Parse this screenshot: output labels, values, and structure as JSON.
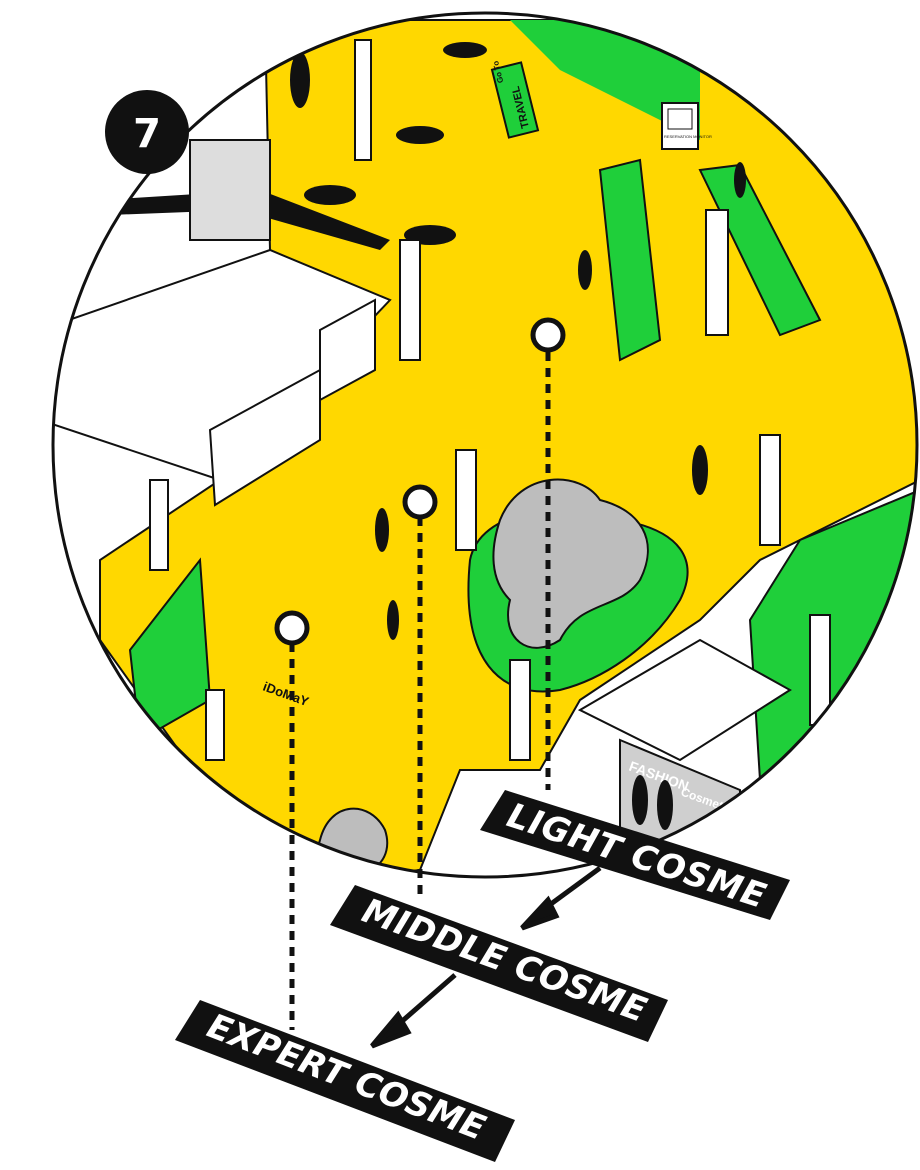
{
  "badge": {
    "number": "7"
  },
  "zones": [
    {
      "label": "LIGHT COSME"
    },
    {
      "label": "MIDDLE COSME"
    },
    {
      "label": "EXPERT COSME"
    }
  ],
  "signs": {
    "travel_top": "Go To",
    "travel": "TRAVEL",
    "reservation": "RESERVATION MONITOR",
    "fashion": "FASHION",
    "cosmetics": "Cosmetics",
    "brand": "iDoMaY"
  },
  "colors": {
    "yellow": "#ffd800",
    "green": "#1fcf3a",
    "black": "#111111",
    "gray": "#bdbdbd"
  }
}
